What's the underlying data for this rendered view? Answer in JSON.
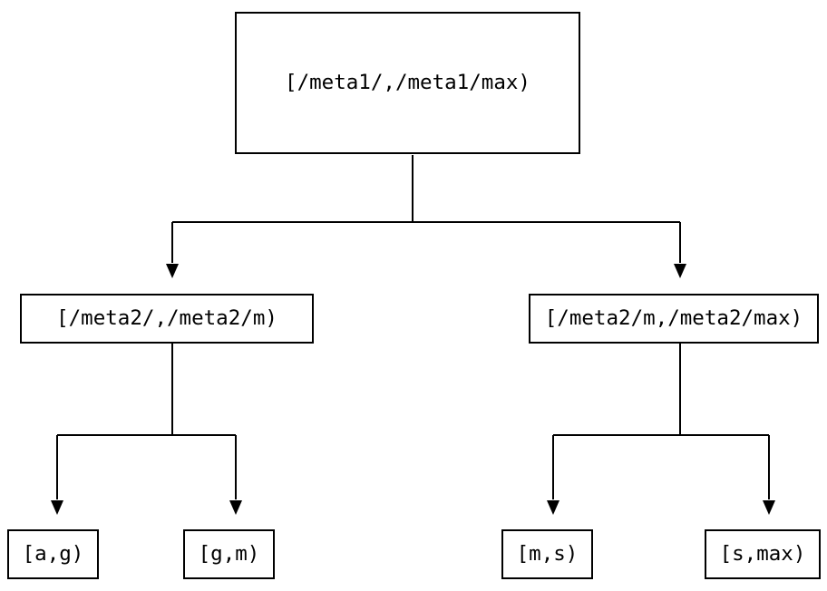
{
  "diagram": {
    "type": "tree",
    "nodes": {
      "root": {
        "label": "[/meta1/,/meta1/max)"
      },
      "left": {
        "label": "[/meta2/,/meta2/m)"
      },
      "right": {
        "label": "[/meta2/m,/meta2/max)"
      },
      "leaf_ag": {
        "label": "[a,g)"
      },
      "leaf_gm": {
        "label": "[g,m)"
      },
      "leaf_ms": {
        "label": "[m,s)"
      },
      "leaf_smax": {
        "label": "[s,max)"
      }
    },
    "edges": [
      {
        "from": "root",
        "to": "left"
      },
      {
        "from": "root",
        "to": "right"
      },
      {
        "from": "left",
        "to": "leaf_ag"
      },
      {
        "from": "left",
        "to": "leaf_gm"
      },
      {
        "from": "right",
        "to": "leaf_ms"
      },
      {
        "from": "right",
        "to": "leaf_smax"
      }
    ]
  },
  "colors": {
    "line": "#000000",
    "text": "#000000",
    "box_fill": "#ffffff",
    "background": "#ffffff"
  }
}
